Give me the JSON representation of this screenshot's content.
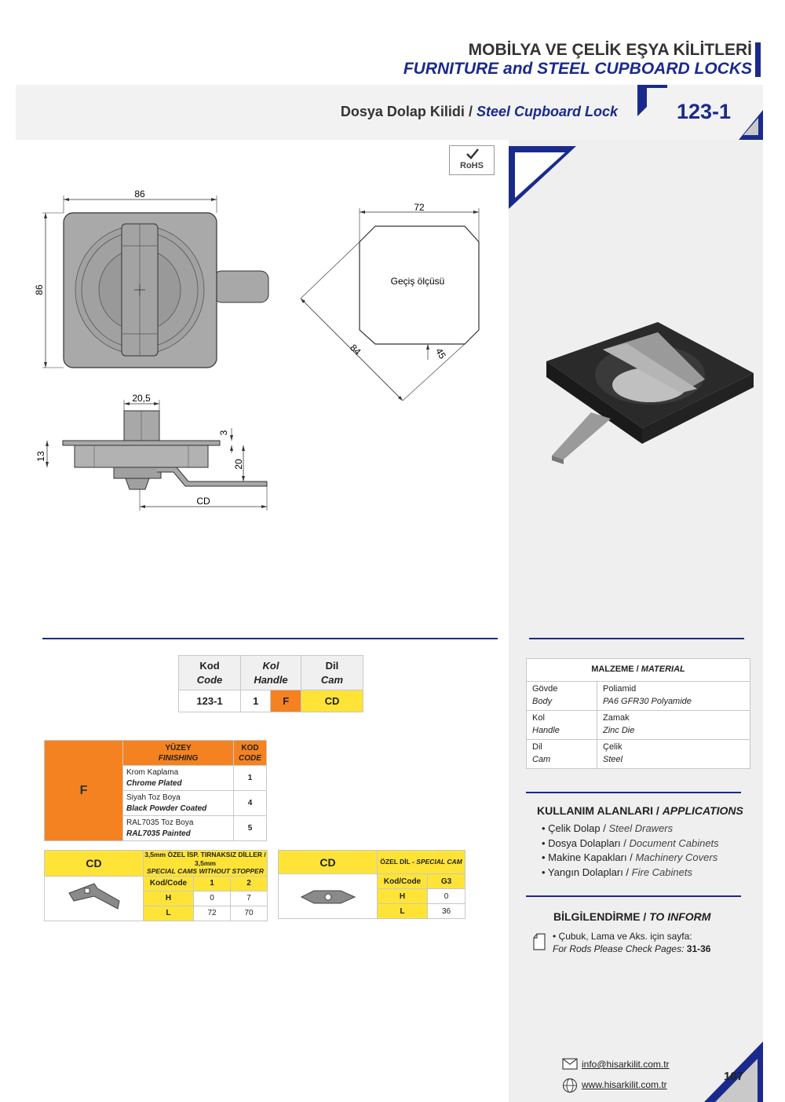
{
  "header": {
    "line1": "MOBİLYA VE ÇELİK EŞYA KİLİTLERİ",
    "line2": "FURNITURE and STEEL CUPBOARD LOCKS"
  },
  "title": {
    "tr": "Dosya Dolap Kilidi",
    "sep": "/",
    "en": "Steel Cupboard Lock",
    "code": "123-1"
  },
  "rohs": "RoHS",
  "drawing": {
    "top_width": "86",
    "top_height": "86",
    "cutout_width": "72",
    "cutout_diag": "84",
    "cutout_chamfer": "45",
    "cutout_label": "Geçiş ölçüsü",
    "side_width": "20,5",
    "side_3": "3",
    "side_13": "13",
    "side_20": "20",
    "side_cd": "CD"
  },
  "main_table": {
    "h_code_tr": "Kod",
    "h_code_en": "Code",
    "h_handle_tr": "Kol",
    "h_handle_en": "Handle",
    "h_cam_tr": "Dil",
    "h_cam_en": "Cam",
    "code": "123-1",
    "handle": "1",
    "finish": "F",
    "cam": "CD"
  },
  "finishing": {
    "letter": "F",
    "h_tr": "YÜZEY",
    "h_en": "FINISHING",
    "h_code_tr": "KOD",
    "h_code_en": "CODE",
    "rows": [
      {
        "tr": "Krom Kaplama",
        "en": "Chrome Plated",
        "code": "1"
      },
      {
        "tr": "Siyah Toz Boya",
        "en": "Black Powder Coated",
        "code": "4"
      },
      {
        "tr": "RAL7035 Toz Boya",
        "en": "RAL7035 Painted",
        "code": "5"
      }
    ]
  },
  "cam1": {
    "label": "CD",
    "desc_tr": "3,5mm ÖZEL İSP. TIRNAKSIZ DİLLER / 3,5mm",
    "desc_en": "SPECIAL CAMS WITHOUT STOPPER",
    "kod": "Kod/Code",
    "cols": [
      "1",
      "2"
    ],
    "h_label": "H",
    "h_vals": [
      "0",
      "7"
    ],
    "l_label": "L",
    "l_vals": [
      "72",
      "70"
    ]
  },
  "cam2": {
    "label": "CD",
    "desc_tr": "ÖZEL DİL -",
    "desc_en": "SPECIAL CAM",
    "kod": "Kod/Code",
    "cols": [
      "G3"
    ],
    "h_label": "H",
    "h_vals": [
      "0"
    ],
    "l_label": "L",
    "l_vals": [
      "36"
    ]
  },
  "material": {
    "h_tr": "MALZEME /",
    "h_en": "MATERIAL",
    "rows": [
      {
        "part_tr": "Gövde",
        "part_en": "Body",
        "mat_tr": "Poliamid",
        "mat_en": "PA6 GFR30 Polyamide"
      },
      {
        "part_tr": "Kol",
        "part_en": "Handle",
        "mat_tr": "Zamak",
        "mat_en": "Zinc Die"
      },
      {
        "part_tr": "Dil",
        "part_en": "Cam",
        "mat_tr": "Çelik",
        "mat_en": "Steel"
      }
    ]
  },
  "applications": {
    "title_tr": "KULLANIM ALANLARI /",
    "title_en": "APPLICATIONS",
    "items": [
      {
        "tr": "• Çelik Dolap /",
        "en": "Steel Drawers"
      },
      {
        "tr": "• Dosya Dolapları /",
        "en": "Document Cabinets"
      },
      {
        "tr": "• Makine Kapakları /",
        "en": "Machinery Covers"
      },
      {
        "tr": "• Yangın Dolapları /",
        "en": "Fire Cabinets"
      }
    ]
  },
  "inform": {
    "title_tr": "BİLGİLENDİRME /",
    "title_en": "TO INFORM",
    "line1": "• Çubuk, Lama ve Aks. için sayfa:",
    "line2": "For Rods Please Check Pages:",
    "pages": "31-36"
  },
  "footer": {
    "email": "info@hisarkilit.com.tr",
    "web": "www.hisarkilit.com.tr",
    "page": "107"
  },
  "colors": {
    "navy": "#1a2a8c",
    "orange": "#f58220",
    "yellow": "#ffe437"
  }
}
